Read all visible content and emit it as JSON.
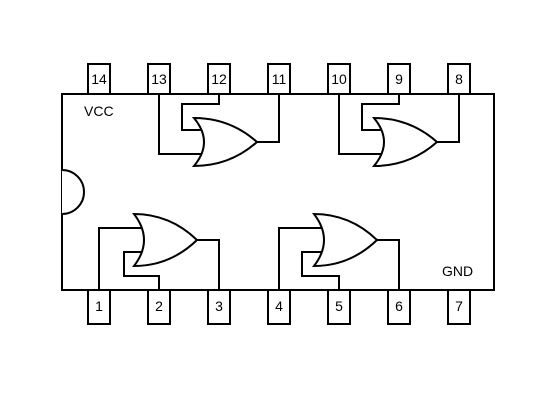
{
  "chip": {
    "pins_top": [
      "14",
      "13",
      "12",
      "11",
      "10",
      "9",
      "8"
    ],
    "pins_bottom": [
      "1",
      "2",
      "3",
      "4",
      "5",
      "6",
      "7"
    ],
    "vcc_label": "VCC",
    "gnd_label": "GND",
    "gate_count": 4,
    "gate_type": "OR"
  }
}
